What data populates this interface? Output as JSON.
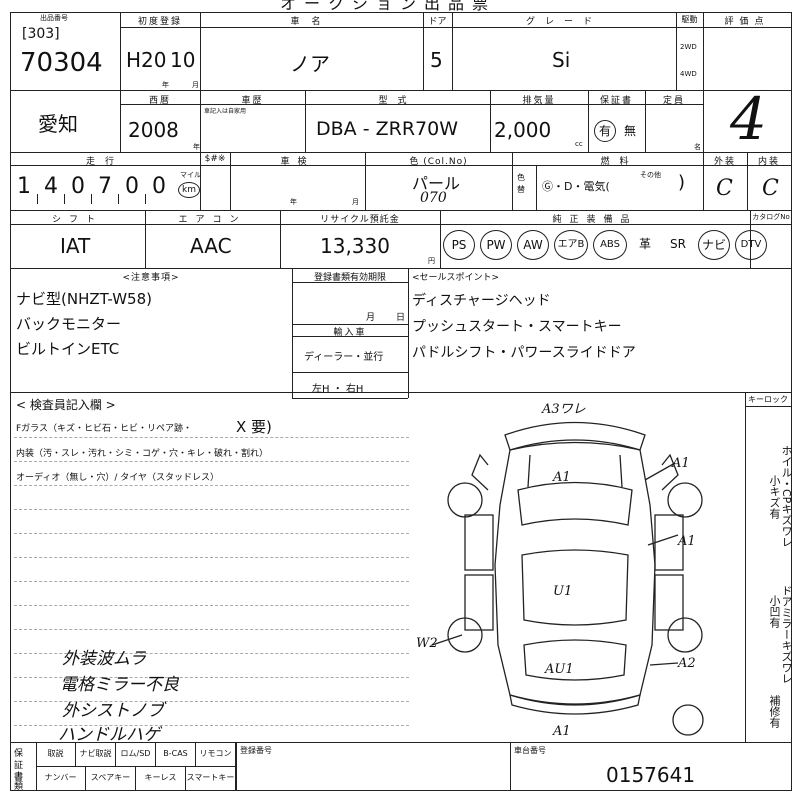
{
  "header": {
    "title_partial": "オークション出品票",
    "lot_label": "出品番号",
    "lot_code": "[303]",
    "lot_number": "70304",
    "first_reg_label": "初度登録",
    "first_reg_value": "H20",
    "first_reg_month": "10",
    "year_unit": "年",
    "month_unit": "月",
    "car_name_label": "車名",
    "car_name": "ノア",
    "doors_label": "ドア",
    "doors": "5",
    "grade_label": "グレード",
    "grade": "Si",
    "drive_label": "駆動",
    "drive_2wd": "2WD",
    "drive_4wd": "4WD",
    "score_label": "評価点",
    "score": "4"
  },
  "row2": {
    "region": "愛知",
    "western_label": "西暦",
    "western_year": "2008",
    "history_label": "車歴",
    "history_note": "車記入は自家用",
    "model_label": "型式",
    "model": "DBA - ZRR70W",
    "displacement_label": "排気量",
    "displacement": "2,000",
    "cc": "cc",
    "warranty_label": "保証書",
    "warranty_yes": "有",
    "warranty_no": "無",
    "capacity_label": "定員",
    "capacity_unit": "名"
  },
  "row3": {
    "mileage_label": "走行",
    "mileage_digits": [
      "1",
      "4",
      "0",
      "7",
      "0",
      "0"
    ],
    "mileage_unit_mile": "マイル",
    "mileage_unit_km": "km",
    "s_label": "$#※",
    "inspection_label": "車検",
    "color_label": "色 (Col.No)",
    "color": "パール",
    "color_code": "070",
    "color_change_label": "色替",
    "fuel_label": "燃料",
    "fuel_options": "Ⓖ・D・電気(",
    "fuel_other": "その他",
    "fuel_close": ")",
    "exterior_label": "外装",
    "exterior": "C",
    "interior_label": "内装",
    "interior": "C"
  },
  "row4": {
    "shift_label": "シフト",
    "shift": "IAT",
    "aircon_label": "エアコン",
    "aircon": "AAC",
    "recycle_label": "リサイクル預託金",
    "recycle": "13,330",
    "yen": "円",
    "equipment_label": "純正装備品",
    "equipment": [
      "PS",
      "PW",
      "AW",
      "エアB",
      "ABS",
      "革",
      "SR",
      "ナビ",
      "DTV"
    ],
    "equipment_circled": [
      true,
      true,
      true,
      true,
      true,
      false,
      false,
      true,
      true
    ],
    "catalog_label": "カタログNo"
  },
  "notes": {
    "caution_label": "<注意事項>",
    "items": [
      "ナビ型(NHZT-W58)",
      "バックモニター",
      "ビルトインETC"
    ],
    "reg_deadline_label": "登録書類有効期限",
    "month": "月",
    "day": "日",
    "import_label": "輸入車",
    "import_dealer": "ディーラー・並行",
    "steering": "左H ・ 右H",
    "sales_label": "<セールスポイント>",
    "sales_points": [
      "ディスチャージヘッド",
      "プッシュスタート・スマートキー",
      "パドルシフト・パワースライドドア"
    ]
  },
  "inspector": {
    "title": "< 検査員記入欄 >",
    "glass_line": "Fガラス（キズ・ヒビ石・ヒビ・リペア跡・",
    "glass_mark": "X 要)",
    "interior_line": "内装（汚・スレ・汚れ・シミ・コゲ・穴・キレ・破れ・割れ）",
    "audio_line": "オーディオ（無し・穴）/ タイヤ（スタッドレス）",
    "handwritten": [
      "外装波ムラ",
      "電格ミラー不良",
      "外シストノブ",
      "ハンドルハゲ"
    ]
  },
  "diagram": {
    "keylock_label": "キーロック",
    "marks": [
      "A3ワレ",
      "A1",
      "A1",
      "A1",
      "U1",
      "W2",
      "AU1",
      "A2",
      "A1"
    ],
    "side_notes": [
      "ホイル・CPキズワレ",
      "小キズ有",
      "ドアミラーキズワレ",
      "小凹有",
      "補修有"
    ]
  },
  "footer": {
    "docs_label": "保証書",
    "docs_label2": "書類",
    "checks_top": [
      "取説",
      "ナビ取説",
      "ロム/SD",
      "B-CAS",
      "リモコン"
    ],
    "checks_bottom": [
      "ナンバー",
      "スペアキー",
      "キーレス",
      "スマートキー"
    ],
    "reg_number_label": "登録番号",
    "chassis_label": "車台番号",
    "chassis_number": "0157641"
  }
}
